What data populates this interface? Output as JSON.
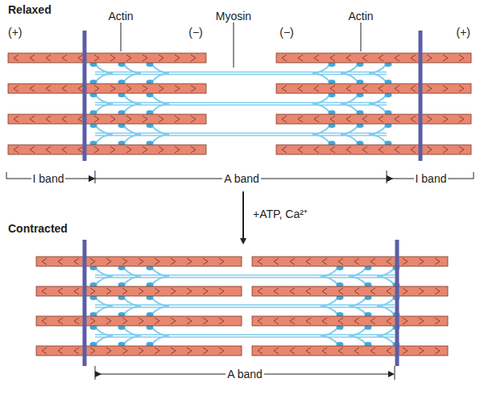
{
  "diagram": {
    "labels": [
      "Relaxed",
      "(+)",
      "Actin",
      "(−)",
      "Myosin",
      "(−)",
      "Actin",
      "(+)",
      "I band",
      "A band",
      "I band",
      "+ATP, Ca²⁺",
      "Contracted",
      "A band"
    ]
  }
}
